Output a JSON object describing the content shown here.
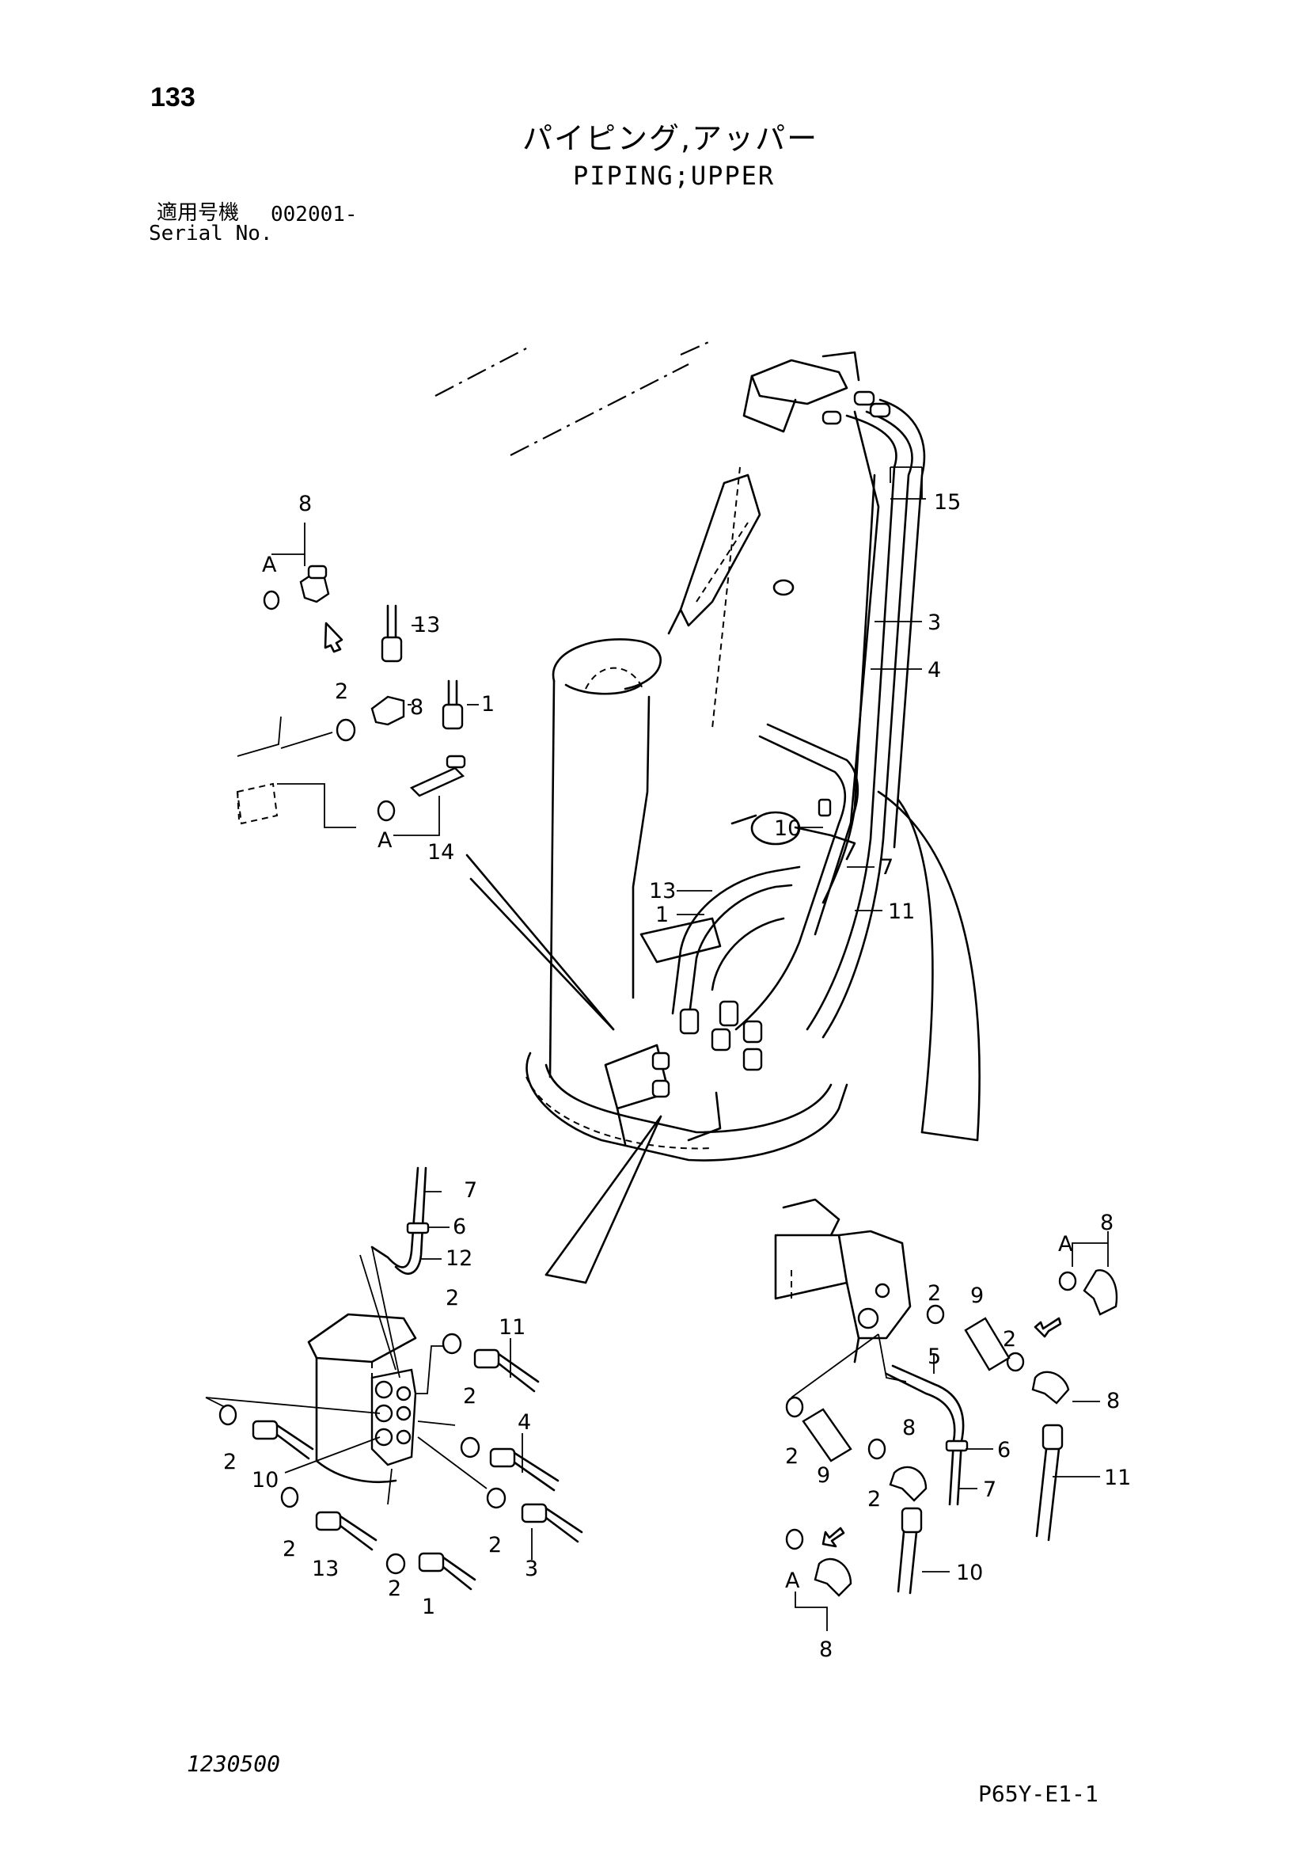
{
  "header": {
    "page_number": "133",
    "title_jp": "パイピング,アッパー",
    "title_en": "PIPING;UPPER",
    "serial_label_jp": "適用号機",
    "serial_value": "002001-",
    "serial_label_en": "Serial No."
  },
  "footer": {
    "doc_number": "1230500",
    "page_code": "P65Y-E1-1"
  },
  "callouts": {
    "c15": "15",
    "c3": "3",
    "c4": "4",
    "c10_main": "10",
    "c7_main": "7",
    "c13_main": "13",
    "c1_main": "1",
    "c11_main": "11",
    "tl_8_top": "8",
    "tl_A_top": "A",
    "tl_13": "13",
    "tl_2": "2",
    "tl_8_mid": "8",
    "tl_1": "1",
    "tl_A_bot": "A",
    "tl_14": "14",
    "bl_7": "7",
    "bl_6": "6",
    "bl_12": "12",
    "bl_2_a": "2",
    "bl_11": "11",
    "bl_2_b": "2",
    "bl_4": "4",
    "bl_2_left": "2",
    "bl_10": "10",
    "bl_2_c": "2",
    "bl_13": "13",
    "bl_2_d": "2",
    "bl_2_e": "2",
    "bl_3": "3",
    "bl_1": "1",
    "br_2_a": "2",
    "br_9_a": "9",
    "br_2_b": "2",
    "br_5": "5",
    "br_8_top": "8",
    "br_A_top": "A",
    "br_8_mid": "8",
    "br_2_left": "2",
    "br_9_b": "9",
    "br_8_c": "8",
    "br_2_c": "2",
    "br_6": "6",
    "br_7": "7",
    "br_11": "11",
    "br_10": "10",
    "br_A_bot": "A",
    "br_8_bot": "8"
  }
}
